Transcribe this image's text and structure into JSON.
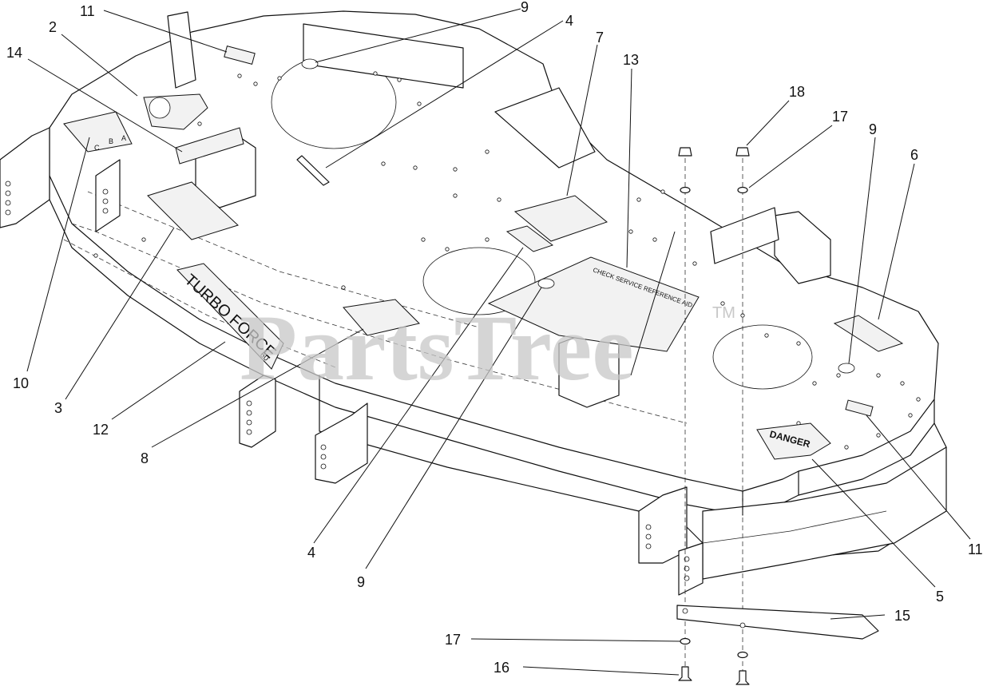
{
  "watermark": {
    "text": "PartsTree",
    "tm": "TM"
  },
  "decals": {
    "turbo_force": "TURBO FORCE",
    "turbo_force_size": "60",
    "check_service": "CHECK SERVICE REFERENCE AID",
    "danger": "DANGER"
  },
  "callouts": [
    {
      "id": "c-11a",
      "label": "11"
    },
    {
      "id": "c-9a",
      "label": "9"
    },
    {
      "id": "c-4a",
      "label": "4"
    },
    {
      "id": "c-2",
      "label": "2"
    },
    {
      "id": "c-14",
      "label": "14"
    },
    {
      "id": "c-7",
      "label": "7"
    },
    {
      "id": "c-13",
      "label": "13"
    },
    {
      "id": "c-18",
      "label": "18"
    },
    {
      "id": "c-17a",
      "label": "17"
    },
    {
      "id": "c-9b",
      "label": "9"
    },
    {
      "id": "c-6",
      "label": "6"
    },
    {
      "id": "c-10",
      "label": "10"
    },
    {
      "id": "c-3",
      "label": "3"
    },
    {
      "id": "c-12",
      "label": "12"
    },
    {
      "id": "c-8",
      "label": "8"
    },
    {
      "id": "c-4b",
      "label": "4"
    },
    {
      "id": "c-9c",
      "label": "9"
    },
    {
      "id": "c-5",
      "label": "5"
    },
    {
      "id": "c-11b",
      "label": "11"
    },
    {
      "id": "c-15",
      "label": "15"
    },
    {
      "id": "c-17b",
      "label": "17"
    },
    {
      "id": "c-16",
      "label": "16"
    }
  ]
}
